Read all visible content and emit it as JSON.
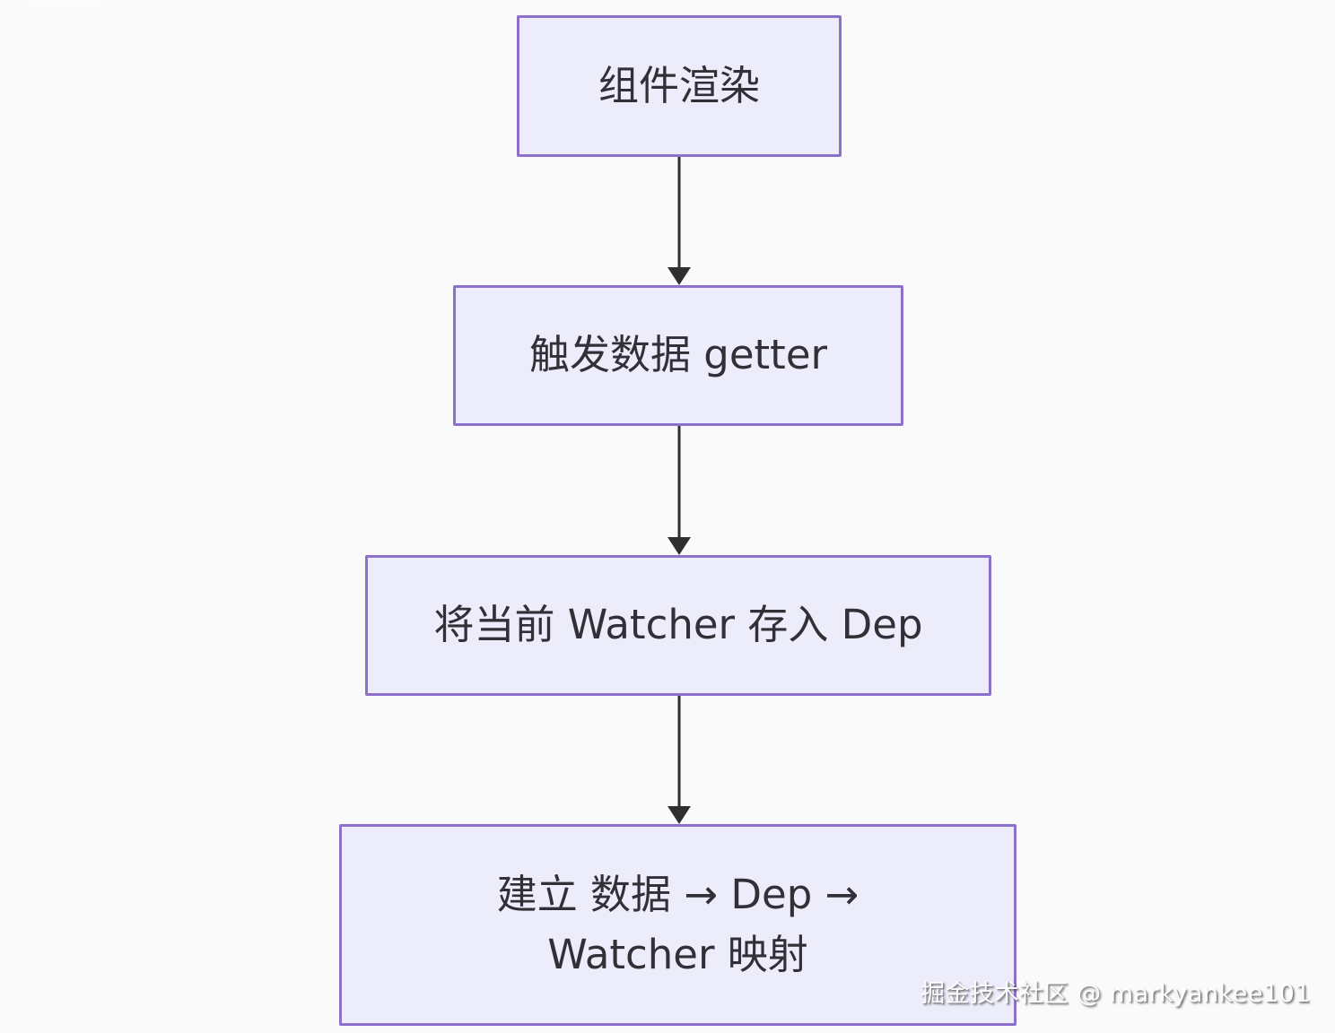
{
  "diagram": {
    "type": "flowchart",
    "direction": "top-down",
    "nodes": [
      {
        "id": "component-render",
        "label": "组件渲染"
      },
      {
        "id": "trigger-data-getter",
        "label": "触发数据 getter"
      },
      {
        "id": "store-watcher-in-dep",
        "label": "将当前 Watcher 存入 Dep"
      },
      {
        "id": "build-mapping",
        "label": "建立 数据 → Dep → Watcher 映射",
        "lines": [
          "建立 数据 → Dep →",
          "Watcher 映射"
        ]
      }
    ],
    "edges": [
      {
        "from": "component-render",
        "to": "trigger-data-getter"
      },
      {
        "from": "trigger-data-getter",
        "to": "store-watcher-in-dep"
      },
      {
        "from": "store-watcher-in-dep",
        "to": "build-mapping"
      }
    ],
    "colors": {
      "background": "#fafafa",
      "node_fill": "#ececfa",
      "node_border": "#8d70c9",
      "text": "#303036",
      "arrow": "#2f2f2f"
    }
  },
  "watermark": {
    "text": "掘金技术社区 @ markyankee101"
  }
}
